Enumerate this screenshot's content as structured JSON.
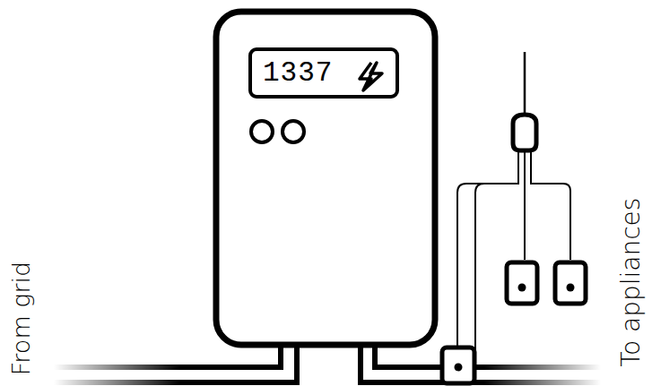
{
  "diagram": {
    "nodes": [
      {
        "text": [
          "1337"
        ]
      }
    ],
    "labels": [
      "From grid",
      "To appliances"
    ]
  }
}
